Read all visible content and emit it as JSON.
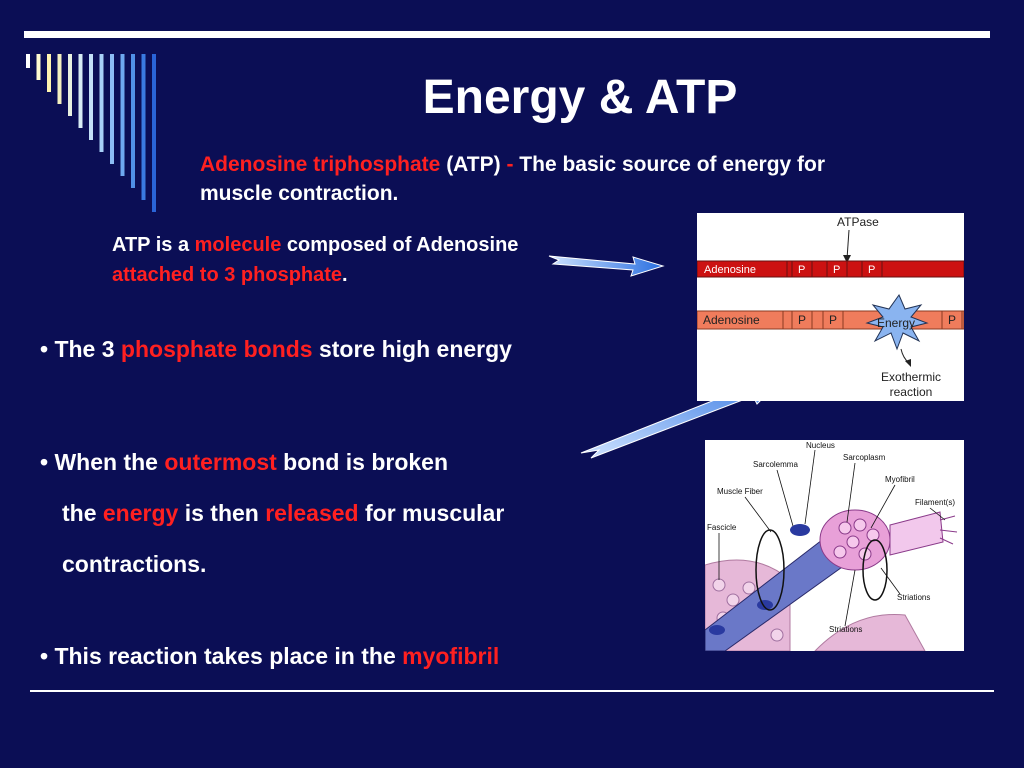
{
  "slide": {
    "title": "Energy & ATP",
    "definition": {
      "term": "Adenosine triphosphate",
      "abbr": " (ATP) ",
      "dash": "- ",
      "text": "The basic source of energy for muscle contraction."
    },
    "molecule_note": {
      "p1": "ATP is a ",
      "r1": "molecule",
      "p2": " composed of Adenosine ",
      "r2": "attached to 3 phosphate",
      "p3": "."
    },
    "bullets": [
      {
        "marker": "• ",
        "p1": "The 3 ",
        "r1": "phosphate bonds",
        "p2": " store high energy"
      },
      {
        "marker": "• ",
        "p1": "When the ",
        "r1": "outermost",
        "p2": " bond is broken",
        "l2a": "the ",
        "l2r1": "energy",
        "l2b": " is then ",
        "l2r2": "released",
        "l2c": " for muscular",
        "l3": "contractions."
      },
      {
        "marker": "• ",
        "p1": "This reaction takes place in the ",
        "r1": "myofibril"
      }
    ]
  },
  "atp_diagram": {
    "enzyme": "ATPase",
    "molecule_top": {
      "base": "Adenosine",
      "phosphates": [
        "P",
        "P",
        "P"
      ]
    },
    "molecule_bottom": {
      "base": "Adenosine",
      "phosphates": [
        "P",
        "P"
      ],
      "released": "Energy",
      "free_phosphate": "P"
    },
    "caption_line1": "Exothermic",
    "caption_line2": "reaction"
  },
  "muscle_diagram": {
    "labels": [
      "Nucleus",
      "Sarcolemma",
      "Sarcoplasm",
      "Muscle Fiber",
      "Myofibril",
      "Filament(s)",
      "Fascicle",
      "Striations",
      "Striations"
    ]
  },
  "colors": {
    "background": "#0b0e55",
    "accent_red": "#ff2020",
    "text": "#ffffff",
    "adenosine_dark": "#cc1111",
    "adenosine_light": "#f07c5c",
    "energy_star": "#8ab4f0",
    "arrow_blue": "#2a6fe0"
  }
}
